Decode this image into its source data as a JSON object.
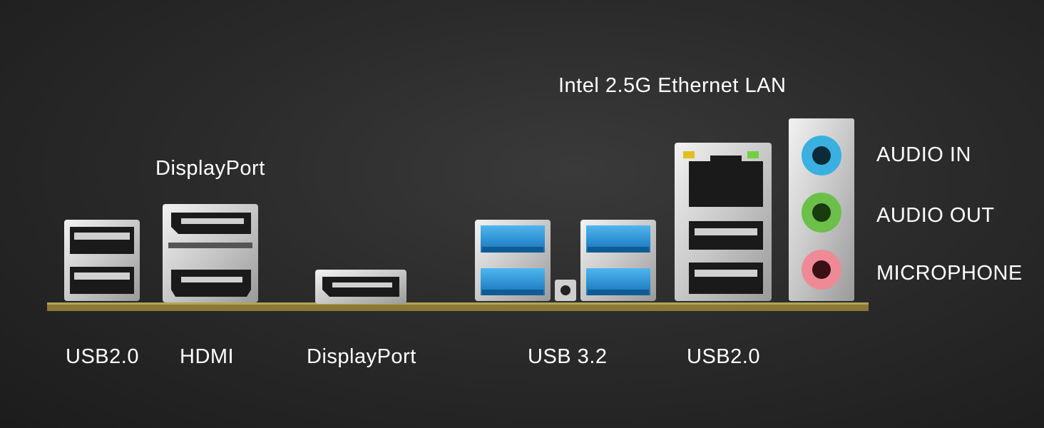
{
  "labels": {
    "top_displayport": "DisplayPort",
    "lan": "Intel 2.5G Ethernet LAN",
    "audio_in": "AUDIO IN",
    "audio_out": "AUDIO OUT",
    "microphone": "MICROPHONE",
    "usb20_left": "USB2.0",
    "hdmi": "HDMI",
    "displayport_bottom": "DisplayPort",
    "usb32": "USB 3.2",
    "usb20_right": "USB2.0"
  },
  "colors": {
    "background": "#2b2b2b",
    "board_strip": "#8a7a35",
    "port_metal": "#d8d8d8",
    "usb3_blue": "#1e8fd6",
    "audio_in_blue": "#3ab0e0",
    "audio_out_green": "#6cc04a",
    "microphone_pink": "#ee8a96",
    "lan_led_left": "#e0c020",
    "lan_led_right": "#70d040"
  }
}
